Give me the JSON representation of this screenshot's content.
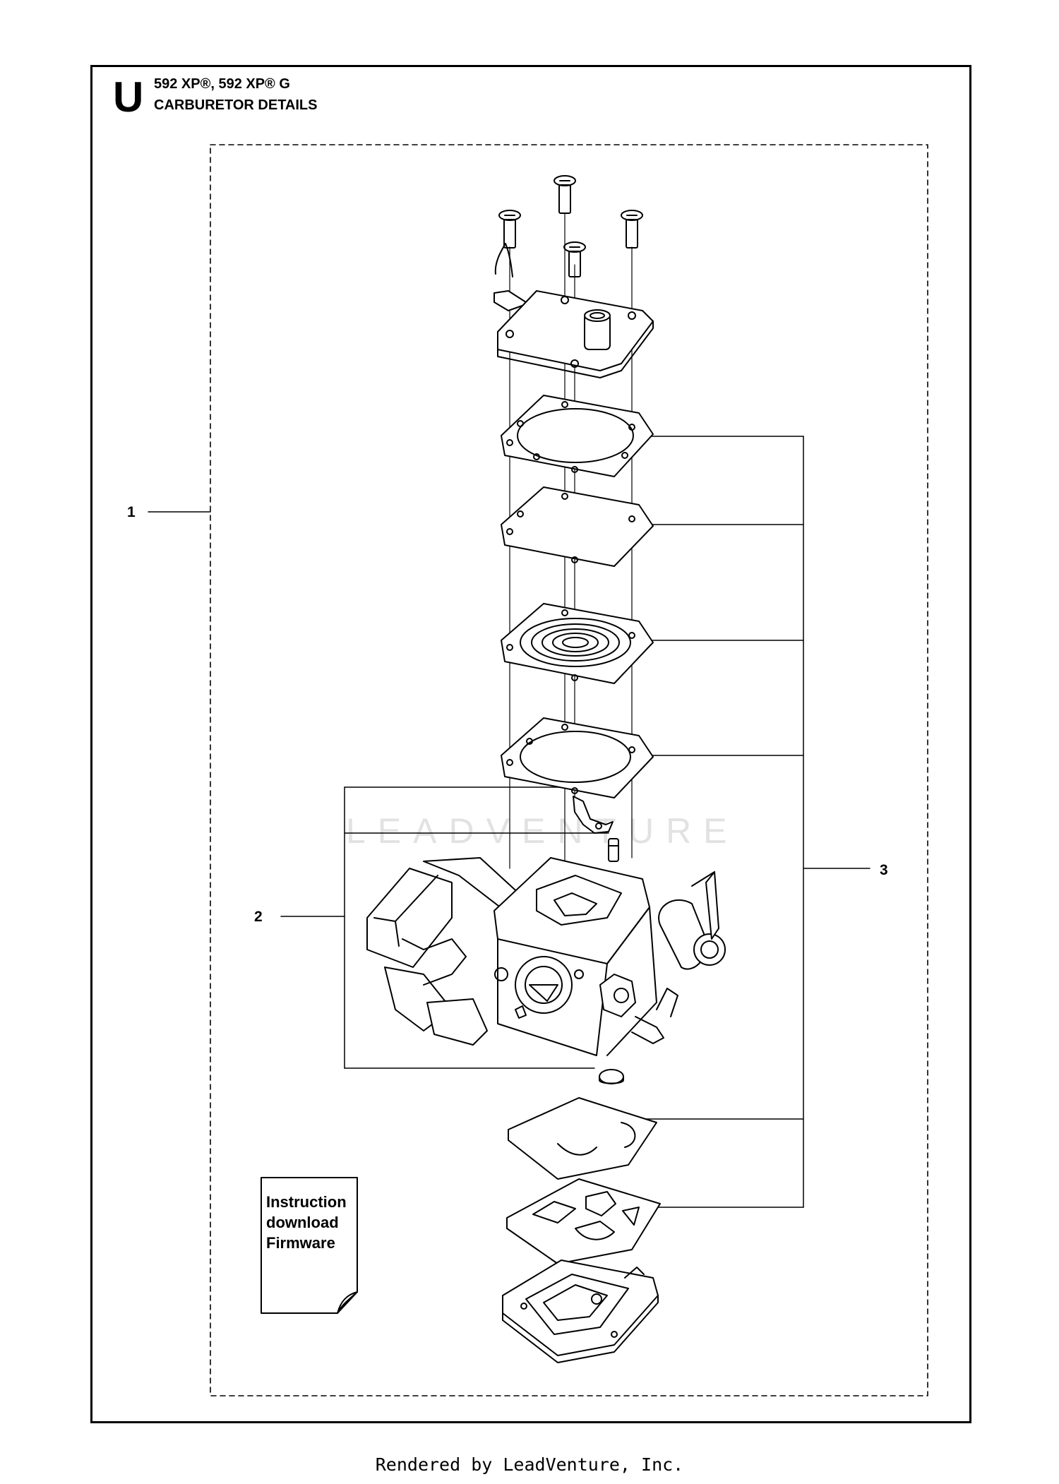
{
  "header": {
    "section_letter": "U",
    "model": "592 XP®, 592 XP® G",
    "title": "CARBURETOR DETAILS"
  },
  "callouts": [
    {
      "number": "1",
      "part": "carburetor-assembly"
    },
    {
      "number": "2",
      "part": "carburetor-body"
    },
    {
      "number": "3",
      "part": "gasket-diaphragm-kit"
    }
  ],
  "note": {
    "lines": [
      "Instruction",
      "download",
      "Firmware"
    ]
  },
  "watermark": "LEADVENTURE",
  "footer": "Rendered by LeadVenture, Inc."
}
